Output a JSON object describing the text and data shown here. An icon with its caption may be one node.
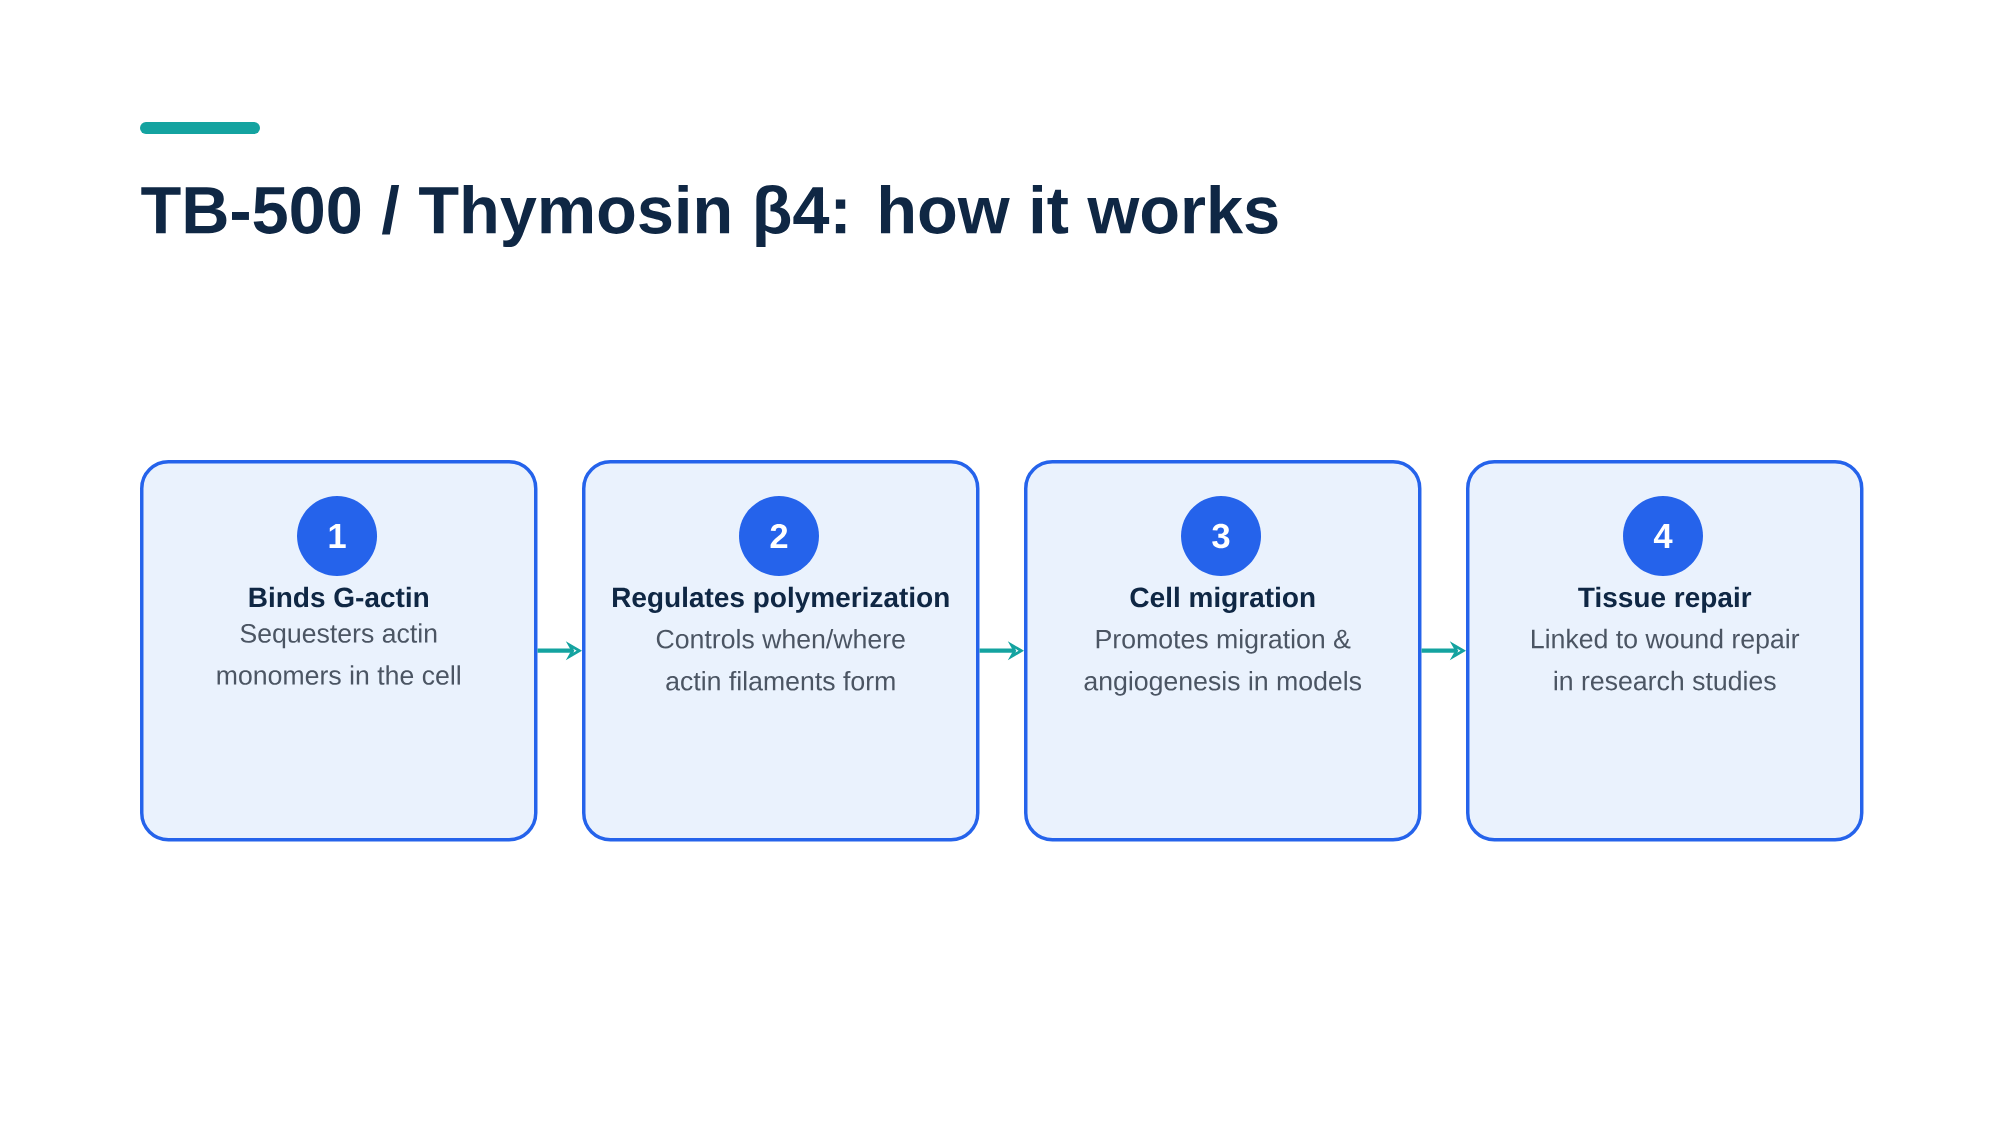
{
  "diagram": {
    "title": "TB-500 / Thymosin β4: how it works",
    "nodes": [
      {
        "text": [
          "Binds G-actin",
          "Sequesters actin monomers in the cell"
        ]
      },
      {
        "text": [
          "1"
        ],
        "in": 0
      },
      {
        "text": [
          "Regulates polymerization",
          "Controls when/where actin filaments form"
        ]
      },
      {
        "text": [
          "2"
        ],
        "in": 2
      },
      {
        "text": [
          "Cell migration",
          "Promotes migration & angiogenesis in models"
        ]
      },
      {
        "text": [
          "3"
        ],
        "in": 4
      },
      {
        "text": [
          "Tissue repair",
          "Linked to wound repair in research studies"
        ]
      },
      {
        "text": [
          "4"
        ],
        "in": 6
      }
    ],
    "edges": [
      {
        "from": 0,
        "to": 2,
        "arrow": "to"
      },
      {
        "from": 2,
        "to": 4,
        "arrow": "to"
      },
      {
        "from": 4,
        "to": 6,
        "arrow": "to"
      }
    ]
  }
}
